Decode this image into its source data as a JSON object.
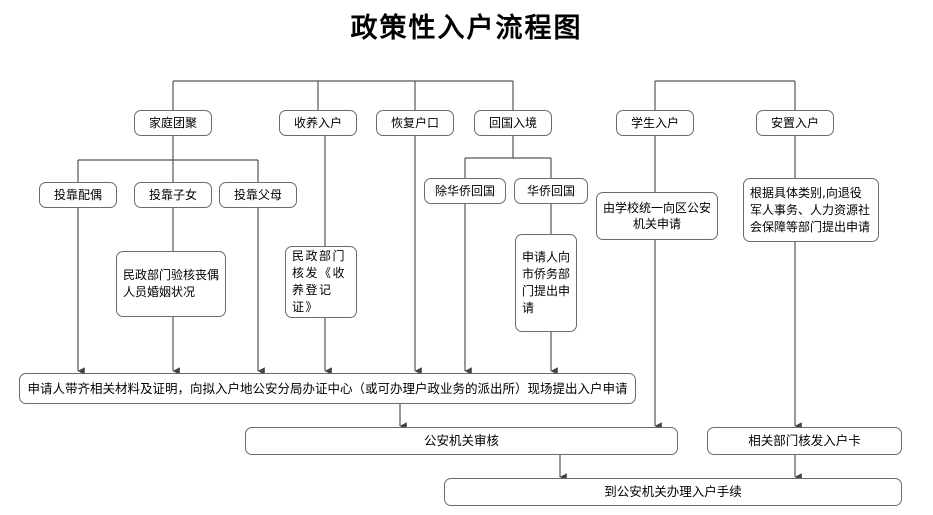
{
  "title": "政策性入户流程图",
  "chart_data": {
    "type": "flowchart",
    "title": "政策性入户流程图",
    "orientation": "top-to-bottom",
    "node_count": 19,
    "nodes": [
      {
        "id": "family-reunion",
        "label": "家庭团聚",
        "tier": 1
      },
      {
        "id": "adoption",
        "label": "收养入户",
        "tier": 1
      },
      {
        "id": "restore-hukou",
        "label": "恢复户口",
        "tier": 1
      },
      {
        "id": "return-entry",
        "label": "回国入境",
        "tier": 1
      },
      {
        "id": "student",
        "label": "学生入户",
        "tier": 1
      },
      {
        "id": "resettlement",
        "label": "安置入户",
        "tier": 1
      },
      {
        "id": "spouse",
        "label": "投靠配偶",
        "tier": 2
      },
      {
        "id": "children",
        "label": "投靠子女",
        "tier": 2
      },
      {
        "id": "parents",
        "label": "投靠父母",
        "tier": 2
      },
      {
        "id": "non-overseas-chinese",
        "label": "除华侨回国",
        "tier": 2
      },
      {
        "id": "overseas-chinese",
        "label": "华侨回国",
        "tier": 2
      },
      {
        "id": "civil-affairs-widow",
        "label": "民政部门验核丧偶人员婚姻状况",
        "tier": 3
      },
      {
        "id": "civil-affairs-adoption",
        "label": "民政部门核发《收养登记证》",
        "tier": 3
      },
      {
        "id": "overseas-apply",
        "label": "申请人向市侨务部门提出申请",
        "tier": 3
      },
      {
        "id": "school-apply",
        "label": "由学校统一向区公安机关申请",
        "tier": 3
      },
      {
        "id": "resettlement-apply",
        "label": "根据具体类别,向退役军人事务、人力资源社会保障等部门提出申请",
        "tier": 3
      },
      {
        "id": "onsite-apply",
        "label": "申请人带齐相关材料及证明，向拟入户地公安分局办证中心（或可办理户政业务的派出所）现场提出入户申请",
        "tier": 4
      },
      {
        "id": "police-review",
        "label": "公安机关审核",
        "tier": 5
      },
      {
        "id": "issue-card",
        "label": "相关部门核发入户卡",
        "tier": 5
      },
      {
        "id": "final-step",
        "label": "到公安机关办理入户手续",
        "tier": 6
      }
    ],
    "edges": [
      {
        "from": "family-reunion",
        "to": "spouse"
      },
      {
        "from": "family-reunion",
        "to": "children"
      },
      {
        "from": "family-reunion",
        "to": "parents"
      },
      {
        "from": "return-entry",
        "to": "non-overseas-chinese"
      },
      {
        "from": "return-entry",
        "to": "overseas-chinese"
      },
      {
        "from": "children",
        "to": "civil-affairs-widow"
      },
      {
        "from": "adoption",
        "to": "civil-affairs-adoption"
      },
      {
        "from": "overseas-chinese",
        "to": "overseas-apply"
      },
      {
        "from": "student",
        "to": "school-apply"
      },
      {
        "from": "resettlement",
        "to": "resettlement-apply"
      },
      {
        "from": "spouse",
        "to": "onsite-apply"
      },
      {
        "from": "children",
        "to": "onsite-apply"
      },
      {
        "from": "parents",
        "to": "onsite-apply"
      },
      {
        "from": "civil-affairs-adoption",
        "to": "onsite-apply"
      },
      {
        "from": "restore-hukou",
        "to": "onsite-apply"
      },
      {
        "from": "non-overseas-chinese",
        "to": "onsite-apply"
      },
      {
        "from": "overseas-apply",
        "to": "onsite-apply"
      },
      {
        "from": "onsite-apply",
        "to": "police-review"
      },
      {
        "from": "school-apply",
        "to": "police-review"
      },
      {
        "from": "resettlement-apply",
        "to": "issue-card"
      },
      {
        "from": "police-review",
        "to": "final-step"
      },
      {
        "from": "issue-card",
        "to": "final-step"
      }
    ]
  },
  "nodes": {
    "family_reunion": "家庭团聚",
    "adoption": "收养入户",
    "restore_hukou": "恢复户口",
    "return_entry": "回国入境",
    "student": "学生入户",
    "resettlement": "安置入户",
    "spouse": "投靠配偶",
    "children": "投靠子女",
    "parents": "投靠父母",
    "non_overseas_chinese": "除华侨回国",
    "overseas_chinese": "华侨回国",
    "civil_affairs_widow": "民政部门验核丧偶人员婚姻状况",
    "civil_affairs_adoption": "民政部门核发《收养登记证》",
    "overseas_apply": "申请人向市侨务部门提出申请",
    "school_apply": "由学校统一向区公安机关申请",
    "resettlement_apply": "根据具体类别,向退役军人事务、人力资源社会保障等部门提出申请",
    "onsite_apply": "申请人带齐相关材料及证明，向拟入户地公安分局办证中心（或可办理户政业务的派出所）现场提出入户申请",
    "police_review": "公安机关审核",
    "issue_card": "相关部门核发入户卡",
    "final_step": "到公安机关办理入户手续"
  },
  "colors": {
    "background": "#ffffff",
    "node_border": "#6b6b6b",
    "connector": "#555555",
    "text": "#000000"
  }
}
